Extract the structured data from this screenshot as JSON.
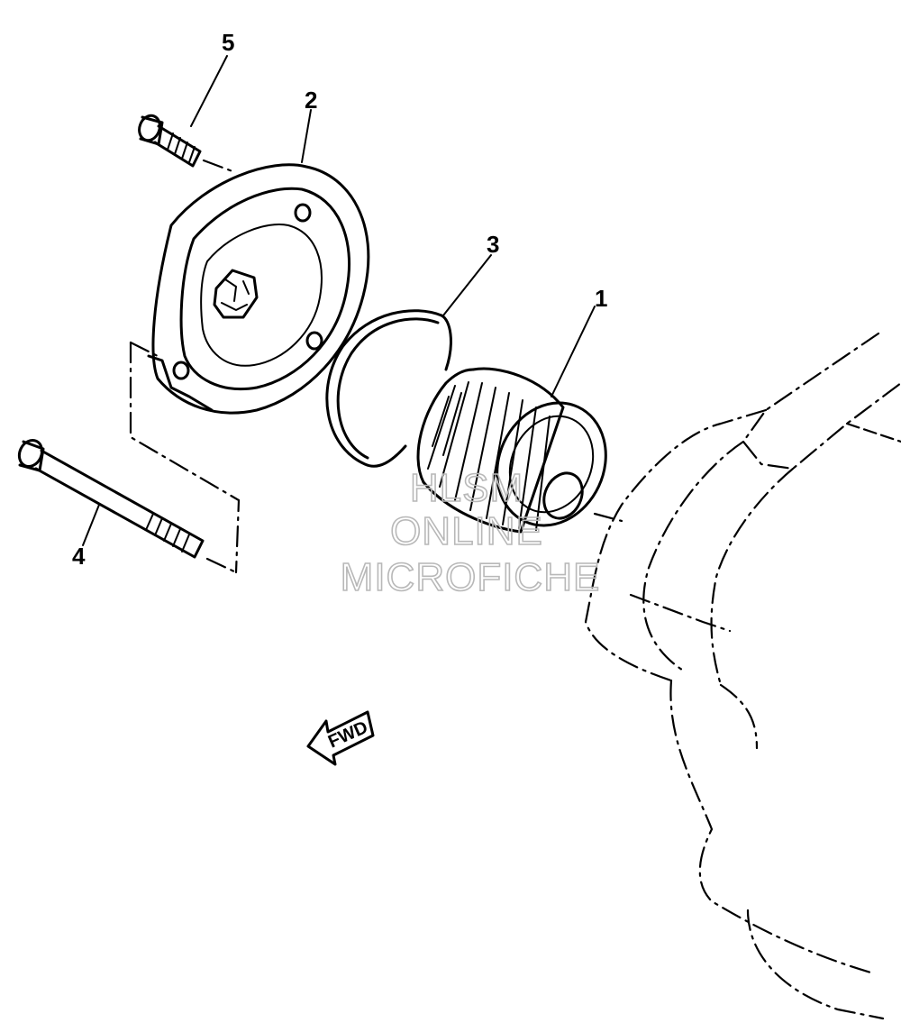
{
  "callouts": [
    {
      "id": "1",
      "label": "1"
    },
    {
      "id": "2",
      "label": "2"
    },
    {
      "id": "3",
      "label": "3"
    },
    {
      "id": "4",
      "label": "4"
    },
    {
      "id": "5",
      "label": "5"
    }
  ],
  "fwd_label": "FWD",
  "watermark": {
    "line1": "HLSM",
    "line2": "ONLINE",
    "line3": "MICROFICHE"
  }
}
